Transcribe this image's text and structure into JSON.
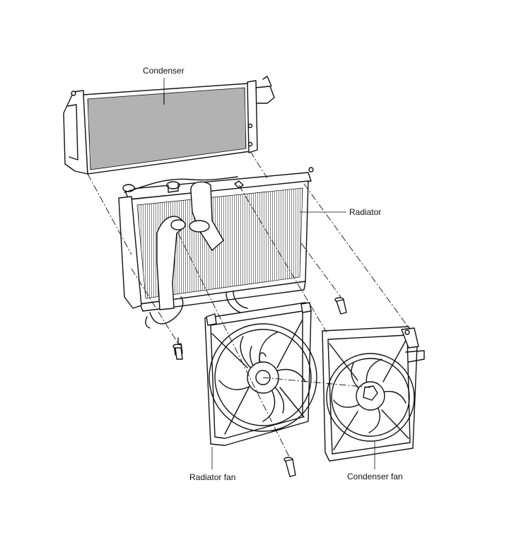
{
  "labels": {
    "condenser": "Condenser",
    "radiator": "Radiator",
    "radiator_fan": "Radiator fan",
    "condenser_fan": "Condenser fan"
  }
}
